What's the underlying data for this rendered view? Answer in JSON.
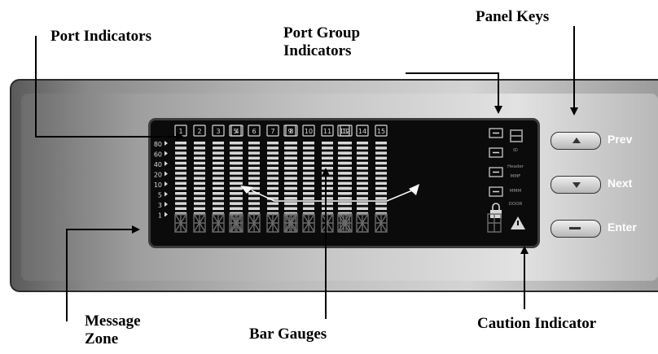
{
  "callouts": {
    "port_indicators": "Port Indicators",
    "port_group_line1": "Port Group",
    "port_group_line2": "Indicators",
    "panel_keys": "Panel Keys",
    "message_zone_line1": "Message",
    "message_zone_line2": "Zone",
    "bar_gauges": "Bar Gauges",
    "caution_indicator": "Caution Indicator"
  },
  "display": {
    "port_numbers": [
      "1",
      "2",
      "3",
      "4",
      "5",
      "6",
      "7",
      "8",
      "9",
      "10",
      "11",
      "12",
      "13",
      "14",
      "15"
    ],
    "scale_labels": [
      "80",
      "60",
      "40",
      "20",
      "10",
      "5",
      "3",
      "1"
    ],
    "side_labels": [
      "ID",
      "Header",
      "MMF",
      "MMM",
      "DOOR"
    ]
  },
  "keys": {
    "prev": "Prev",
    "next": "Next",
    "enter": "Enter"
  },
  "colors": {
    "lcd_background": "#0b0b0b",
    "lcd_segment": "#d8d8d8",
    "callout_text": "#000000",
    "key_label": "#ffffff"
  }
}
